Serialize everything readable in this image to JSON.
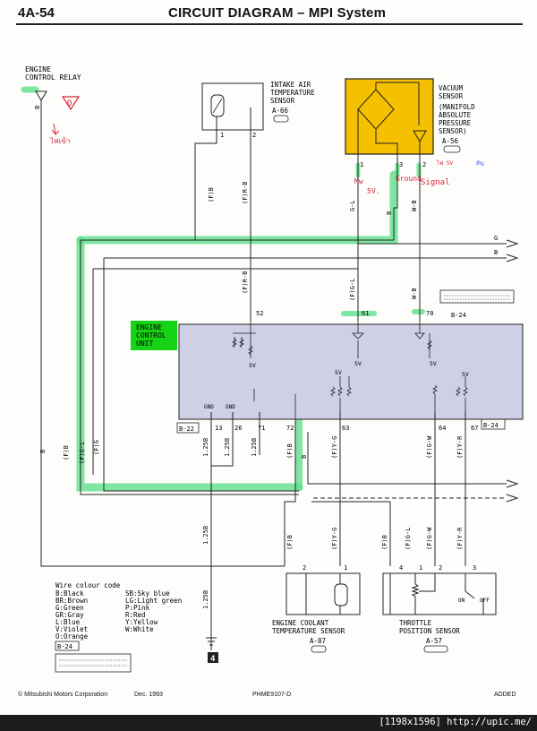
{
  "header": {
    "page_number": "4A-54",
    "title": "CIRCUIT DIAGRAM – MPI System"
  },
  "components": {
    "engine_control_relay": [
      "ENGINE",
      "CONTROL RELAY"
    ],
    "intake_air_sensor": {
      "name": [
        "INTAKE AIR",
        "TEMPERATURE",
        "SENSOR"
      ],
      "connector": "A-66"
    },
    "vacuum_sensor": {
      "name": [
        "VACUUM",
        "SENSOR",
        "(MANIFOLD",
        "ABSOLUTE",
        "PRESSURE",
        "SENSOR)"
      ],
      "connector": "A-56"
    },
    "ecu": [
      "ENGINE",
      "CONTROL",
      "UNIT"
    ],
    "coolant_sensor": {
      "name": [
        "ENGINE COOLANT",
        "TEMPERATURE SENSOR"
      ],
      "connector": "A-87"
    },
    "throttle_sensor": {
      "name": [
        "THROTTLE",
        "POSITION SENSOR"
      ],
      "connector": "A-57"
    }
  },
  "wires": {
    "b_relay": "B",
    "fb": "(F)B",
    "frb": "(F)R-B",
    "gl": "G-L",
    "b": "B",
    "wb": "W-B",
    "g_right": "G",
    "b_right": "B",
    "fgl": "(F)G-L",
    "fyg": "(F)Y-G",
    "fgw": "(F)G-W",
    "fyr": "(F)Y-R",
    "w125b": "1.25B",
    "fg": "(F)G"
  },
  "pins": {
    "p1": "1",
    "p2": "2",
    "p3": "3",
    "p4": "4",
    "p52": "52",
    "p61": "61",
    "p70": "70",
    "p13": "13",
    "p26": "26",
    "p71": "71",
    "p72": "72",
    "p63": "63",
    "p64": "64",
    "p67": "67",
    "gnd": "GND",
    "v5": "5V",
    "on": "ON",
    "off": "OFF"
  },
  "connectors": {
    "b24": "B-24",
    "b22": "B-22",
    "ground": "4"
  },
  "legend": {
    "title": "Wire colour code",
    "left": [
      "B:Black",
      "BR:Brown",
      "G:Green",
      "GR:Gray",
      "L:Blue",
      "V:Violet",
      "O:Orange"
    ],
    "right": [
      "SB:Sky blue",
      "LG:Light green",
      "P:Pink",
      "R:Red",
      "Y:Yellow",
      "W:White"
    ]
  },
  "handwritten": {
    "d": "D",
    "relay_note": "ไฟเข้า",
    "mw": "Mw",
    "sv": "5V.",
    "ground_note": "Ground",
    "signal_note": "Signal",
    "small_note": "ไฟ 5V",
    "small_note2": "สัญ"
  },
  "footer": {
    "company": "© Mitsubishi Motors Corporation",
    "date": "Dec. 1993",
    "code": "PHME9107-D",
    "status": "ADDED",
    "watermark": "[1198x1596] http://upic.me/"
  },
  "colors": {
    "ecu_fill": "#cfcfe6",
    "vacuum_fill": "#f4c000",
    "highlight": "#5ee08a",
    "ecu_label": "#16d316",
    "handwriting": "#d8243a"
  }
}
